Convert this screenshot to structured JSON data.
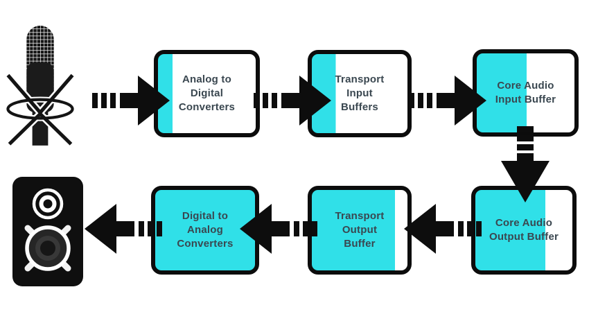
{
  "diagram": {
    "boxes": [
      {
        "id": "analog-to-digital-converters",
        "label": "Analog to\nDigital\nConverters",
        "cyan_fill_percent": 15
      },
      {
        "id": "transport-input-buffers",
        "label": "Transport\nInput\nBuffers",
        "cyan_fill_percent": 25
      },
      {
        "id": "core-audio-input-buffer",
        "label": "Core Audio\nInput Buffer",
        "cyan_fill_percent": 51
      },
      {
        "id": "core-audio-output-buffer",
        "label": "Core Audio\nOutput Buffer",
        "cyan_fill_percent": 72
      },
      {
        "id": "transport-output-buffer",
        "label": "Transport\nOutput\nBuffer",
        "cyan_fill_percent": 87
      },
      {
        "id": "digital-to-analog-converters",
        "label": "Digital to\nAnalog\nConverters",
        "cyan_fill_percent": 100
      }
    ],
    "icons": [
      {
        "name": "microphone-icon",
        "meaning": "audio input source"
      },
      {
        "name": "speaker-icon",
        "meaning": "audio output destination"
      }
    ],
    "connections": [
      {
        "from": "microphone",
        "to": "analog-to-digital-converters",
        "direction": "right",
        "style": "dashed-tail-arrow"
      },
      {
        "from": "analog-to-digital-converters",
        "to": "transport-input-buffers",
        "direction": "right",
        "style": "dashed-tail-arrow"
      },
      {
        "from": "transport-input-buffers",
        "to": "core-audio-input-buffer",
        "direction": "right",
        "style": "dashed-tail-arrow"
      },
      {
        "from": "core-audio-input-buffer",
        "to": "core-audio-output-buffer",
        "direction": "down",
        "style": "dashed-tail-arrow"
      },
      {
        "from": "core-audio-output-buffer",
        "to": "transport-output-buffer",
        "direction": "left",
        "style": "dashed-tail-arrow"
      },
      {
        "from": "transport-output-buffer",
        "to": "digital-to-analog-converters",
        "direction": "left",
        "style": "dashed-tail-arrow"
      },
      {
        "from": "digital-to-analog-converters",
        "to": "speaker",
        "direction": "left",
        "style": "dashed-tail-arrow"
      }
    ],
    "colors": {
      "accent_cyan": "#30E0E8",
      "arrow_black": "#0d0d0d",
      "border_black": "#0c0c0c",
      "label_text": "#3a4750",
      "background": "#ffffff"
    }
  }
}
